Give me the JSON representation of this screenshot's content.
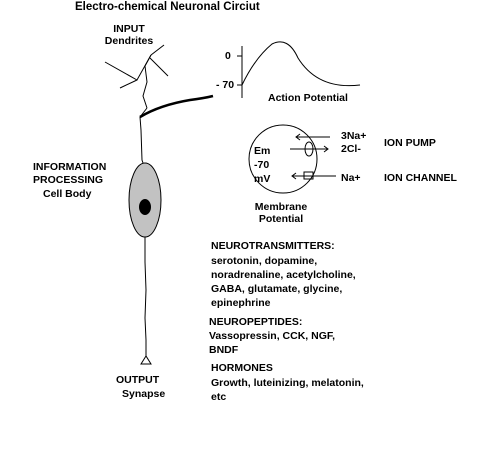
{
  "title": "Electro-chemical Neuronal Circiut",
  "input": {
    "heading": "INPUT",
    "sub": "Dendrites"
  },
  "information": {
    "line1": "INFORMATION",
    "line2": "PROCESSING",
    "sub": "Cell Body"
  },
  "output": {
    "heading": "OUTPUT",
    "sub": "Synapse"
  },
  "action_potential": {
    "label": "Action Potential",
    "tick_top": "0",
    "tick_bottom": "- 70"
  },
  "membrane": {
    "em": "Em",
    "value": "-70",
    "unit": "mV",
    "caption_line1": "Membrane",
    "caption_line2": "Potential",
    "pump_ion1": "3Na+",
    "pump_ion2": "2Cl-",
    "channel_ion": "Na+",
    "pump_label": "ION PUMP",
    "channel_label": "ION CHANNEL"
  },
  "neurotransmitters": {
    "heading": "NEUROTRANSMITTERS:",
    "lines": [
      "serotonin, dopamine,",
      "noradrenaline, acetylcholine,",
      "GABA, glutamate, glycine,",
      "epinephrine"
    ]
  },
  "neuropeptides": {
    "heading": "NEUROPEPTIDES:",
    "lines": [
      "Vassopressin, CCK, NGF,",
      "BNDF"
    ]
  },
  "hormones": {
    "heading": "HORMONES",
    "lines": [
      "Growth, luteinizing, melatonin,",
      "etc"
    ]
  }
}
